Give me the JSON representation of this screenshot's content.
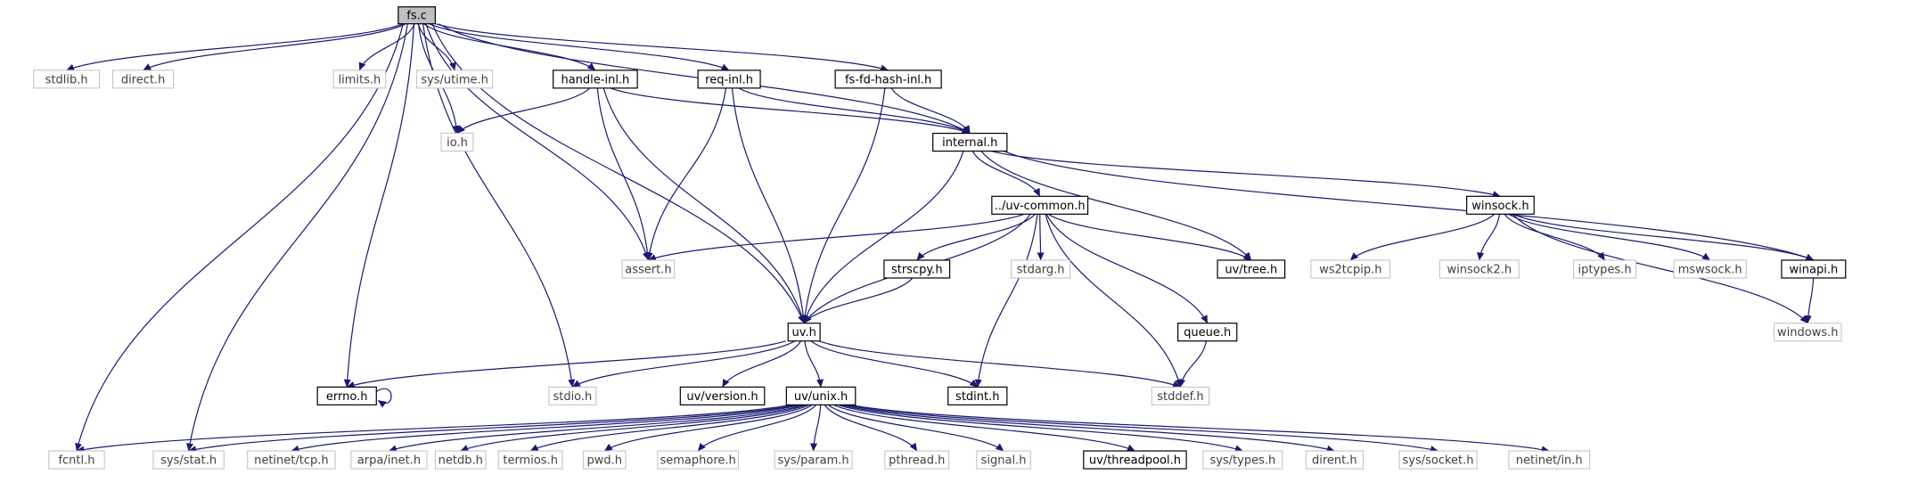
{
  "graph": {
    "root": "fs.c",
    "nodes": [
      {
        "id": "fs_c",
        "label": "fs.c",
        "kind": "root"
      },
      {
        "id": "stdlib_h",
        "label": "stdlib.h",
        "kind": "system"
      },
      {
        "id": "direct_h",
        "label": "direct.h",
        "kind": "system"
      },
      {
        "id": "limits_h",
        "label": "limits.h",
        "kind": "system"
      },
      {
        "id": "sys_utime_h",
        "label": "sys/utime.h",
        "kind": "system"
      },
      {
        "id": "handle_inl_h",
        "label": "handle-inl.h",
        "kind": "documented"
      },
      {
        "id": "req_inl_h",
        "label": "req-inl.h",
        "kind": "documented"
      },
      {
        "id": "fs_fd_hash_inl_h",
        "label": "fs-fd-hash-inl.h",
        "kind": "documented"
      },
      {
        "id": "io_h",
        "label": "io.h",
        "kind": "system"
      },
      {
        "id": "internal_h",
        "label": "internal.h",
        "kind": "documented"
      },
      {
        "id": "uv_common_h",
        "label": "../uv-common.h",
        "kind": "documented"
      },
      {
        "id": "winsock_h",
        "label": "winsock.h",
        "kind": "documented"
      },
      {
        "id": "assert_h",
        "label": "assert.h",
        "kind": "system"
      },
      {
        "id": "strscpy_h",
        "label": "strscpy.h",
        "kind": "documented"
      },
      {
        "id": "stdarg_h",
        "label": "stdarg.h",
        "kind": "system"
      },
      {
        "id": "uv_tree_h",
        "label": "uv/tree.h",
        "kind": "documented"
      },
      {
        "id": "ws2tcpip_h",
        "label": "ws2tcpip.h",
        "kind": "system"
      },
      {
        "id": "winsock2_h",
        "label": "winsock2.h",
        "kind": "system"
      },
      {
        "id": "iptypes_h",
        "label": "iptypes.h",
        "kind": "system"
      },
      {
        "id": "mswsock_h",
        "label": "mswsock.h",
        "kind": "system"
      },
      {
        "id": "winapi_h",
        "label": "winapi.h",
        "kind": "documented"
      },
      {
        "id": "uv_h",
        "label": "uv.h",
        "kind": "documented"
      },
      {
        "id": "queue_h",
        "label": "queue.h",
        "kind": "documented"
      },
      {
        "id": "windows_h",
        "label": "windows.h",
        "kind": "system"
      },
      {
        "id": "errno_h",
        "label": "errno.h",
        "kind": "documented"
      },
      {
        "id": "stdio_h",
        "label": "stdio.h",
        "kind": "system"
      },
      {
        "id": "uv_version_h",
        "label": "uv/version.h",
        "kind": "documented"
      },
      {
        "id": "stdint_h",
        "label": "stdint.h",
        "kind": "documented"
      },
      {
        "id": "stddef_h",
        "label": "stddef.h",
        "kind": "system"
      },
      {
        "id": "uv_unix_h",
        "label": "uv/unix.h",
        "kind": "documented"
      },
      {
        "id": "fcntl_h",
        "label": "fcntl.h",
        "kind": "system"
      },
      {
        "id": "sys_stat_h",
        "label": "sys/stat.h",
        "kind": "system"
      },
      {
        "id": "netinet_tcp_h",
        "label": "netinet/tcp.h",
        "kind": "system"
      },
      {
        "id": "arpa_inet_h",
        "label": "arpa/inet.h",
        "kind": "system"
      },
      {
        "id": "netdb_h",
        "label": "netdb.h",
        "kind": "system"
      },
      {
        "id": "termios_h",
        "label": "termios.h",
        "kind": "system"
      },
      {
        "id": "pwd_h",
        "label": "pwd.h",
        "kind": "system"
      },
      {
        "id": "semaphore_h",
        "label": "semaphore.h",
        "kind": "system"
      },
      {
        "id": "sys_param_h",
        "label": "sys/param.h",
        "kind": "system"
      },
      {
        "id": "pthread_h",
        "label": "pthread.h",
        "kind": "system"
      },
      {
        "id": "signal_h",
        "label": "signal.h",
        "kind": "system"
      },
      {
        "id": "uv_threadpool_h",
        "label": "uv/threadpool.h",
        "kind": "documented"
      },
      {
        "id": "sys_types_h",
        "label": "sys/types.h",
        "kind": "system"
      },
      {
        "id": "dirent_h",
        "label": "dirent.h",
        "kind": "system"
      },
      {
        "id": "sys_socket_h",
        "label": "sys/socket.h",
        "kind": "system"
      },
      {
        "id": "netinet_in_h",
        "label": "netinet/in.h",
        "kind": "system"
      }
    ],
    "edges": [
      [
        "fs_c",
        "fcntl_h"
      ],
      [
        "fs_c",
        "stdlib_h"
      ],
      [
        "fs_c",
        "direct_h"
      ],
      [
        "fs_c",
        "sys_stat_h"
      ],
      [
        "fs_c",
        "errno_h"
      ],
      [
        "fs_c",
        "stdio_h"
      ],
      [
        "fs_c",
        "limits_h"
      ],
      [
        "fs_c",
        "io_h"
      ],
      [
        "fs_c",
        "sys_utime_h"
      ],
      [
        "fs_c",
        "handle_inl_h"
      ],
      [
        "fs_c",
        "assert_h"
      ],
      [
        "fs_c",
        "req_inl_h"
      ],
      [
        "fs_c",
        "uv_h"
      ],
      [
        "fs_c",
        "fs_fd_hash_inl_h"
      ],
      [
        "fs_c",
        "internal_h"
      ],
      [
        "handle_inl_h",
        "io_h"
      ],
      [
        "handle_inl_h",
        "internal_h"
      ],
      [
        "handle_inl_h",
        "assert_h"
      ],
      [
        "handle_inl_h",
        "uv_h"
      ],
      [
        "req_inl_h",
        "internal_h"
      ],
      [
        "req_inl_h",
        "assert_h"
      ],
      [
        "req_inl_h",
        "uv_h"
      ],
      [
        "fs_fd_hash_inl_h",
        "internal_h"
      ],
      [
        "fs_fd_hash_inl_h",
        "uv_h"
      ],
      [
        "internal_h",
        "uv_common_h"
      ],
      [
        "internal_h",
        "uv_tree_h"
      ],
      [
        "internal_h",
        "winsock_h"
      ],
      [
        "internal_h",
        "winapi_h"
      ],
      [
        "internal_h",
        "uv_h"
      ],
      [
        "uv_common_h",
        "assert_h"
      ],
      [
        "uv_common_h",
        "strscpy_h"
      ],
      [
        "uv_common_h",
        "stdarg_h"
      ],
      [
        "uv_common_h",
        "uv_tree_h"
      ],
      [
        "uv_common_h",
        "queue_h"
      ],
      [
        "uv_common_h",
        "uv_h"
      ],
      [
        "uv_common_h",
        "stdint_h"
      ],
      [
        "uv_common_h",
        "stddef_h"
      ],
      [
        "strscpy_h",
        "uv_h"
      ],
      [
        "winsock_h",
        "ws2tcpip_h"
      ],
      [
        "winsock_h",
        "winsock2_h"
      ],
      [
        "winsock_h",
        "iptypes_h"
      ],
      [
        "winsock_h",
        "mswsock_h"
      ],
      [
        "winsock_h",
        "winapi_h"
      ],
      [
        "winsock_h",
        "windows_h"
      ],
      [
        "winapi_h",
        "windows_h"
      ],
      [
        "queue_h",
        "stddef_h"
      ],
      [
        "uv_h",
        "errno_h"
      ],
      [
        "uv_h",
        "stdio_h"
      ],
      [
        "uv_h",
        "uv_version_h"
      ],
      [
        "uv_h",
        "uv_unix_h"
      ],
      [
        "uv_h",
        "stdint_h"
      ],
      [
        "uv_h",
        "stddef_h"
      ],
      [
        "errno_h",
        "errno_h"
      ],
      [
        "uv_unix_h",
        "fcntl_h"
      ],
      [
        "uv_unix_h",
        "sys_stat_h"
      ],
      [
        "uv_unix_h",
        "netinet_tcp_h"
      ],
      [
        "uv_unix_h",
        "arpa_inet_h"
      ],
      [
        "uv_unix_h",
        "netdb_h"
      ],
      [
        "uv_unix_h",
        "termios_h"
      ],
      [
        "uv_unix_h",
        "pwd_h"
      ],
      [
        "uv_unix_h",
        "semaphore_h"
      ],
      [
        "uv_unix_h",
        "sys_param_h"
      ],
      [
        "uv_unix_h",
        "pthread_h"
      ],
      [
        "uv_unix_h",
        "signal_h"
      ],
      [
        "uv_unix_h",
        "uv_threadpool_h"
      ],
      [
        "uv_unix_h",
        "sys_types_h"
      ],
      [
        "uv_unix_h",
        "dirent_h"
      ],
      [
        "uv_unix_h",
        "sys_socket_h"
      ],
      [
        "uv_unix_h",
        "netinet_in_h"
      ]
    ],
    "colors": {
      "edge": "#191970",
      "root_fill": "#bfbfbf",
      "system_border": "#bfbfbf",
      "system_text": "#404040",
      "documented_border": "#000000"
    }
  }
}
